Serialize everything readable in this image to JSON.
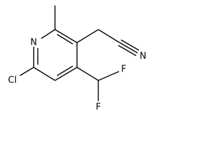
{
  "atoms": {
    "ring_nitrogen": "N",
    "chlorine": "Cl",
    "nitrile_nitrogen": "N",
    "fluorine_upper": "F",
    "fluorine_lower": "F"
  },
  "colors": {
    "bond": "#000000",
    "label": "#000000",
    "background": "#ffffff"
  }
}
